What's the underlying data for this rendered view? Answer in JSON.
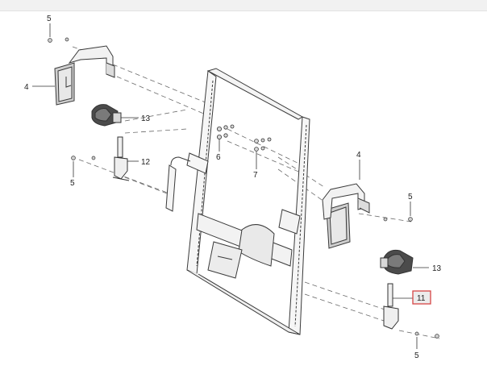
{
  "diagram": {
    "callouts": [
      {
        "id": "c5a",
        "label": "5"
      },
      {
        "id": "c4a",
        "label": "4"
      },
      {
        "id": "c13a",
        "label": "13"
      },
      {
        "id": "c12",
        "label": "12"
      },
      {
        "id": "c5b",
        "label": "5"
      },
      {
        "id": "c6",
        "label": "6"
      },
      {
        "id": "c7",
        "label": "7"
      },
      {
        "id": "c4b",
        "label": "4"
      },
      {
        "id": "c5c",
        "label": "5"
      },
      {
        "id": "c13b",
        "label": "13"
      },
      {
        "id": "c11",
        "label": "11"
      },
      {
        "id": "c5d",
        "label": "5"
      }
    ],
    "highlighted_callout": "11",
    "colors": {
      "line": "#3a3a3a",
      "dash": "#6a6a6a",
      "highlight_border": "#d64545",
      "highlight_fill": "#ececec",
      "topbar": "#f1f1f1"
    }
  }
}
